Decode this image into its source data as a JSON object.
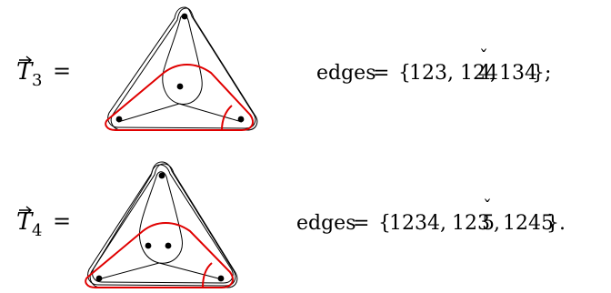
{
  "row1": {
    "symbol": "T",
    "subscript": "3",
    "equals": "=",
    "edges_word": "edges",
    "edges_equals": "=",
    "open_brace": "{",
    "edge_a": "123,",
    "edge_b_main": "124",
    "edge_b_last": "4",
    "edge_b_comma": ",",
    "edge_c": "134",
    "close": "};",
    "check_mark": "ˇ"
  },
  "row2": {
    "symbol": "T",
    "subscript": "4",
    "equals": "=",
    "edges_word": "edges",
    "edges_equals": "=",
    "open_brace": "{",
    "edge_a": "1234,",
    "edge_b_main": "123",
    "edge_b_last": "5",
    "edge_b_comma": ",",
    "edge_c": "1245",
    "close": "}.",
    "check_mark": "ˇ"
  },
  "colors": {
    "highlight": "#e00000",
    "ink": "#000000"
  }
}
